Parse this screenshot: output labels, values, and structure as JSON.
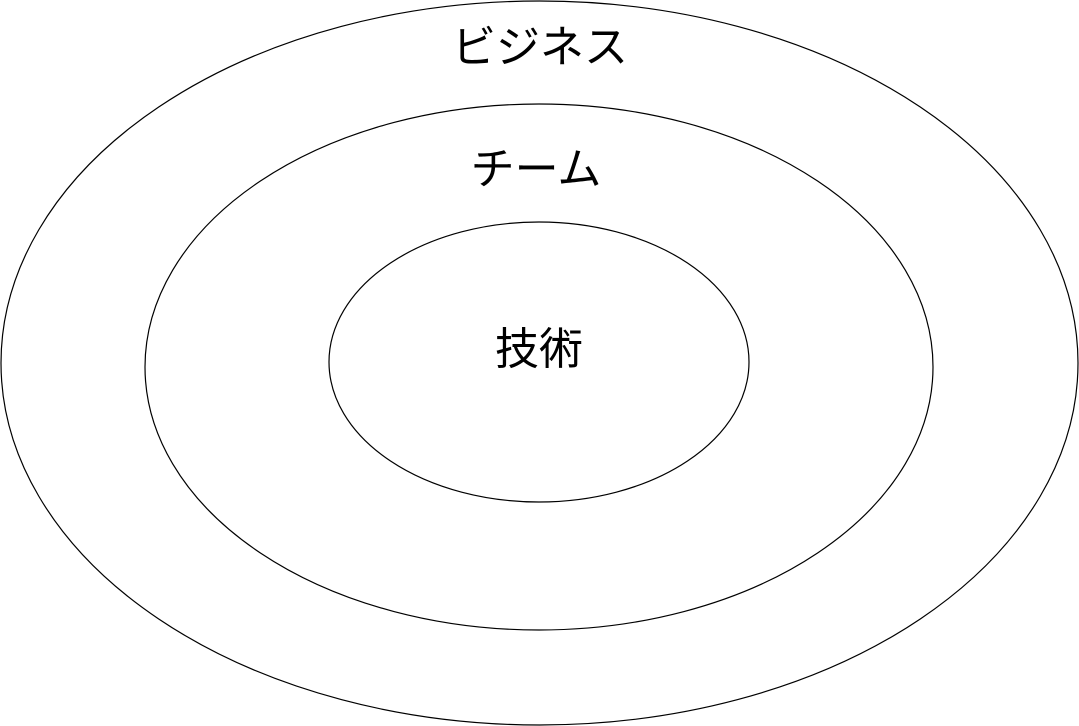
{
  "diagram": {
    "rings": [
      {
        "label": "ビジネス"
      },
      {
        "label": "チーム"
      },
      {
        "label": "技術"
      }
    ]
  },
  "colors": {
    "stroke": "#000000",
    "background": "#ffffff",
    "text": "#000000"
  }
}
